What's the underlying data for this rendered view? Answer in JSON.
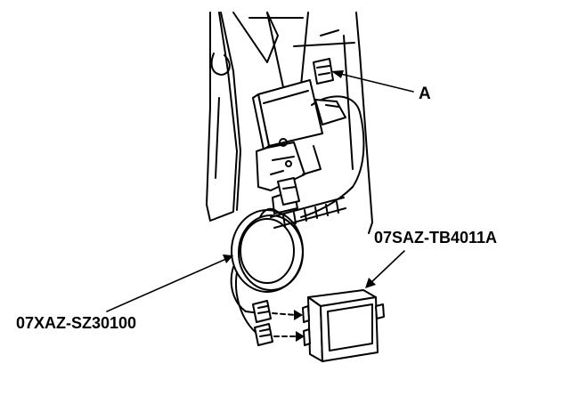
{
  "diagram": {
    "callouts": {
      "connector": "A",
      "test_tool": "07SAZ-TB4011A",
      "harness": "07XAZ-SZ30100"
    },
    "colors": {
      "line": "#000000",
      "fill": "#ffffff",
      "shade": "#444444"
    }
  }
}
